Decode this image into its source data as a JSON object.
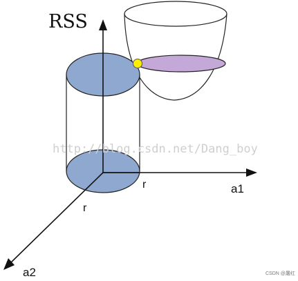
{
  "diagram": {
    "labels": {
      "rss": "RSS",
      "a1": "a1",
      "a2": "a2",
      "r_right": "r",
      "r_left": "r"
    },
    "watermark": "http://blog.csdn.net/Dang_boy",
    "corner_mark": "CSDN @屠红"
  },
  "colors": {
    "cylinder_fill": "#8fa8d0",
    "bowl_disc_fill": "#c3a8d8",
    "marker_point": "#ffee00",
    "stroke": "#111111",
    "watermark": "#d9d9d9"
  }
}
